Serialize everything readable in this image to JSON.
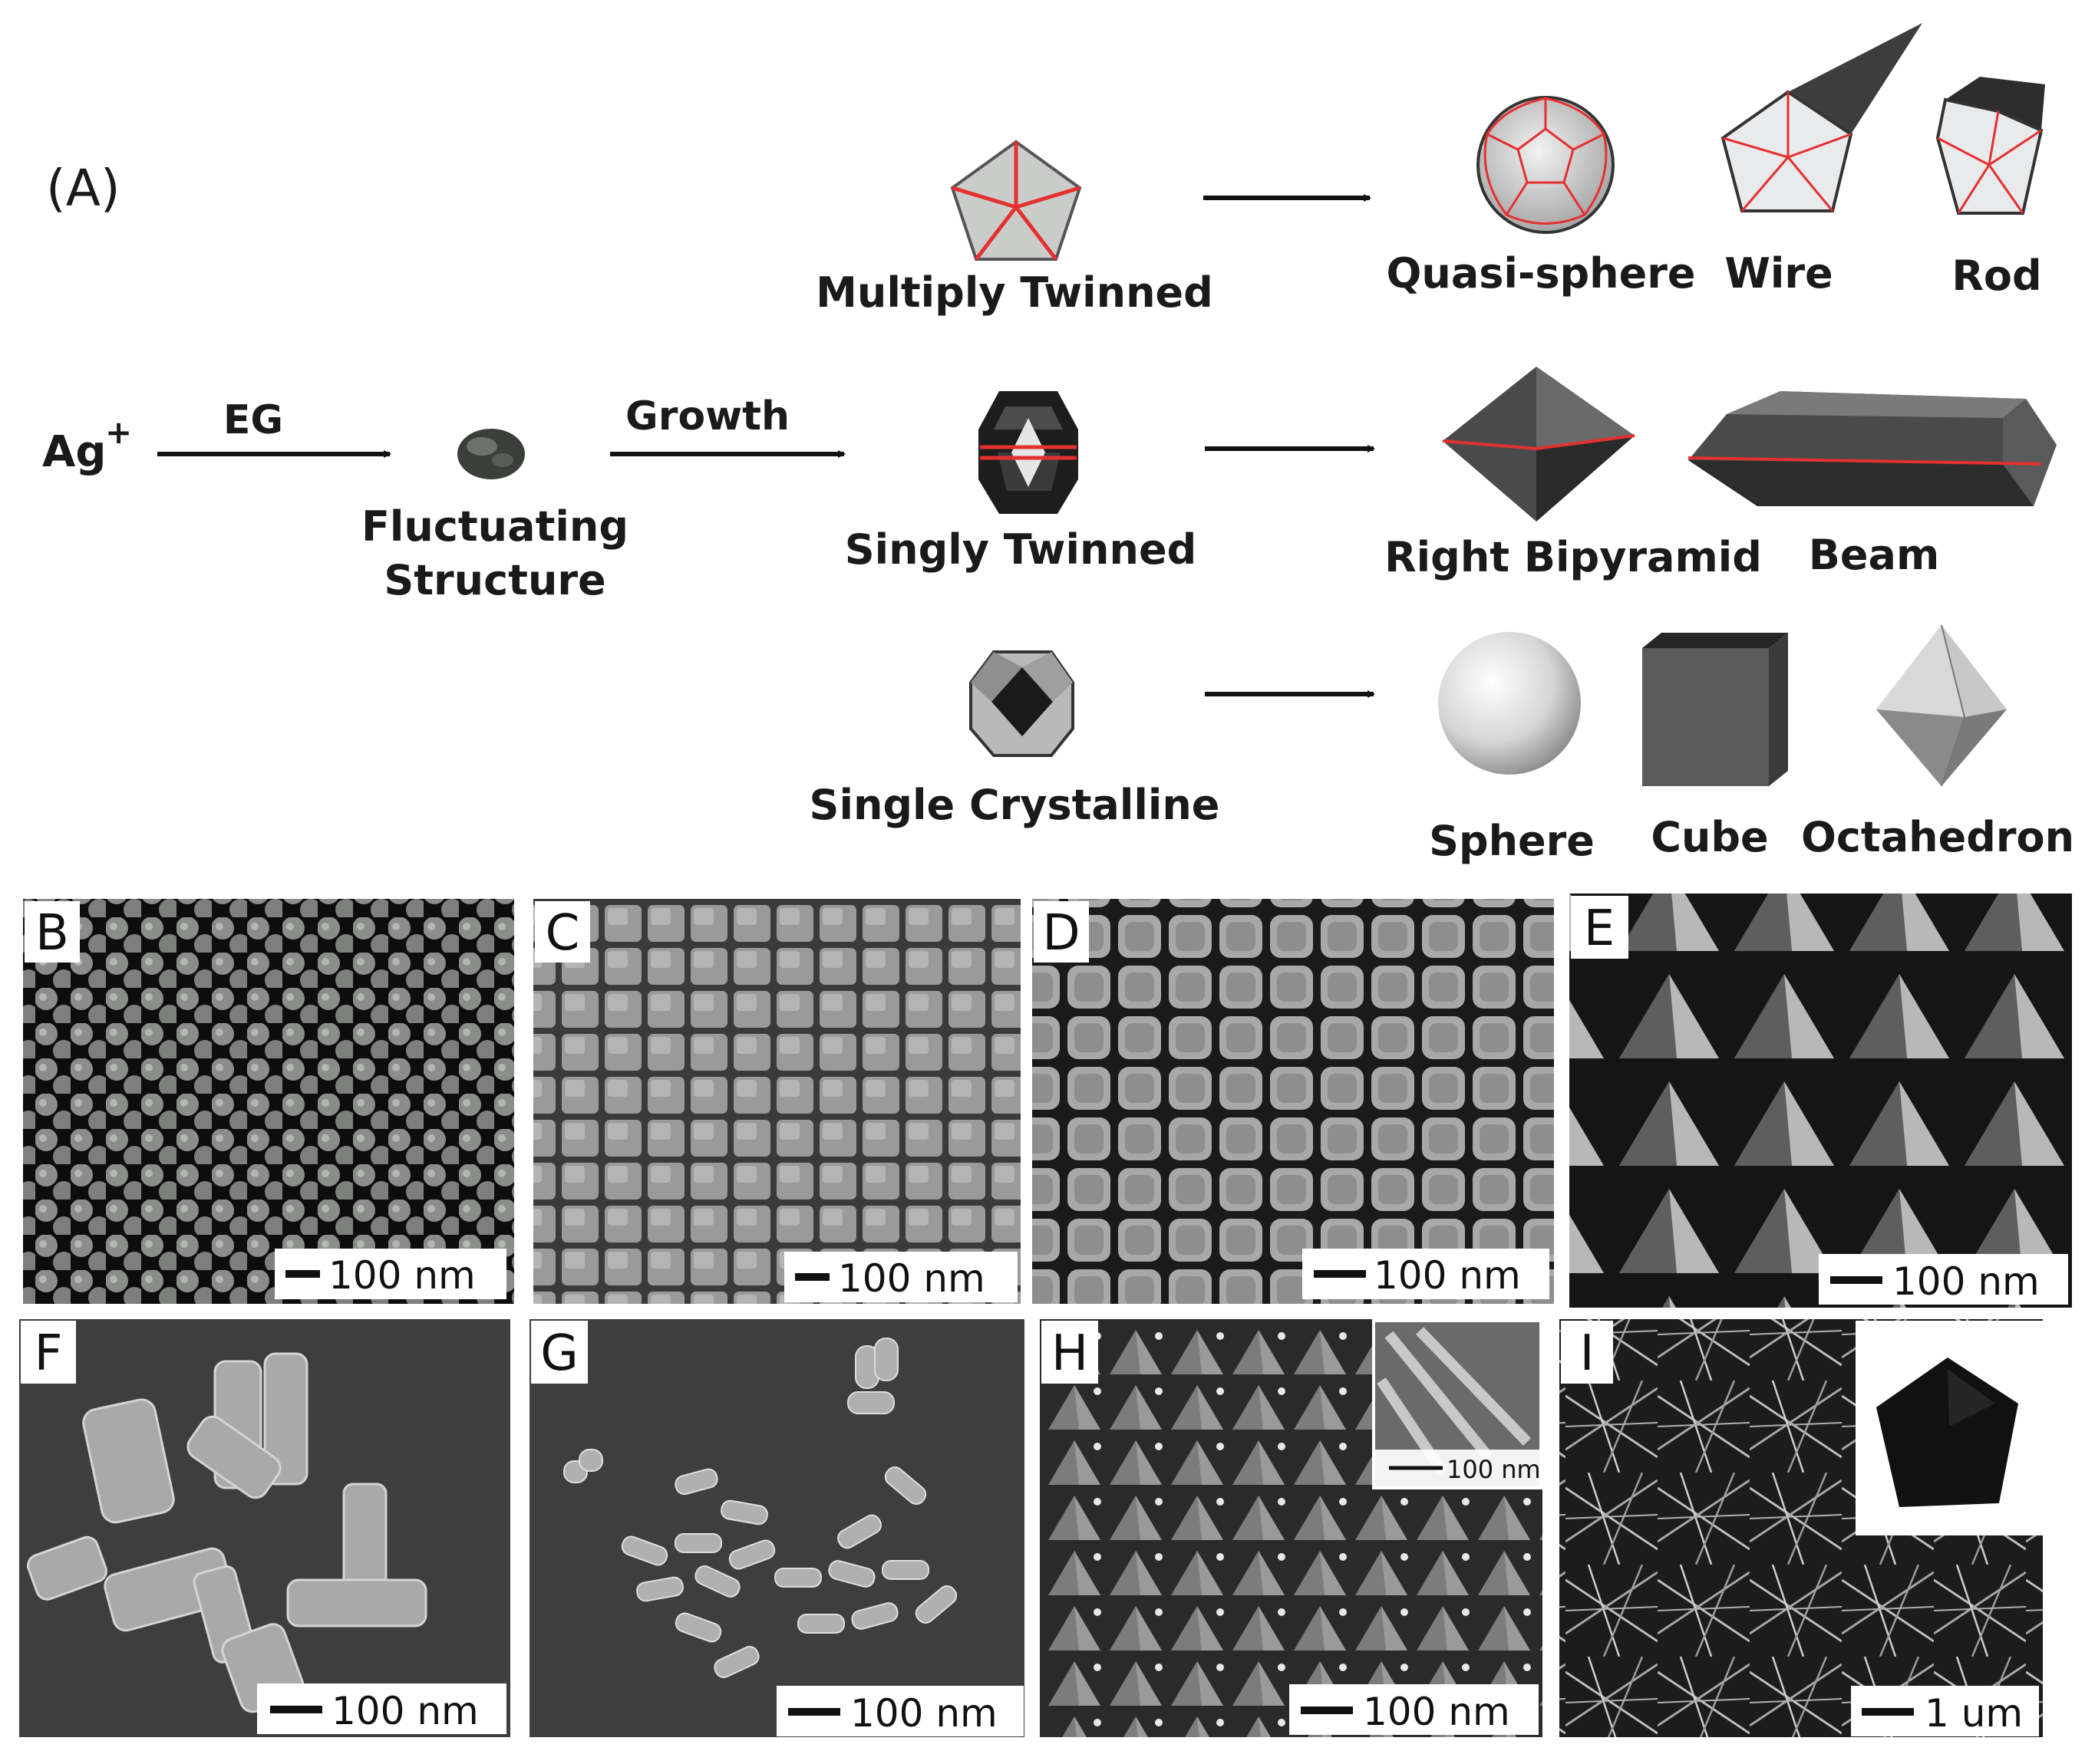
{
  "panel_a": {
    "label": "(A)",
    "precursor": {
      "text": "Ag",
      "superscript": "+"
    },
    "step1": "EG",
    "step2": "Growth",
    "intermediate": [
      "Fluctuating",
      "Structure"
    ],
    "seeds": [
      "Multiply Twinned",
      "Singly Twinned",
      "Single Crystalline"
    ],
    "products": {
      "multiply_twinned": [
        "Quasi-sphere",
        "Wire",
        "Rod"
      ],
      "singly_twinned": [
        "Right Bipyramid",
        "Beam"
      ],
      "single_crystalline": [
        "Sphere",
        "Cube",
        "Octahedron"
      ]
    }
  },
  "panels": [
    {
      "letter": "B",
      "scale": "100 nm"
    },
    {
      "letter": "C",
      "scale": "100 nm"
    },
    {
      "letter": "D",
      "scale": "100 nm"
    },
    {
      "letter": "E",
      "scale": "100 nm"
    },
    {
      "letter": "F",
      "scale": "100 nm"
    },
    {
      "letter": "G",
      "scale": "100 nm"
    },
    {
      "letter": "H",
      "scale": "100 nm",
      "inset_scale": "100 nm"
    },
    {
      "letter": "I",
      "scale": "1 um"
    }
  ],
  "colors": {
    "twin_line": "#e53030",
    "arrow": "#111111",
    "sem_dark": "#101010",
    "sem_bg": "#3c3c3c"
  }
}
